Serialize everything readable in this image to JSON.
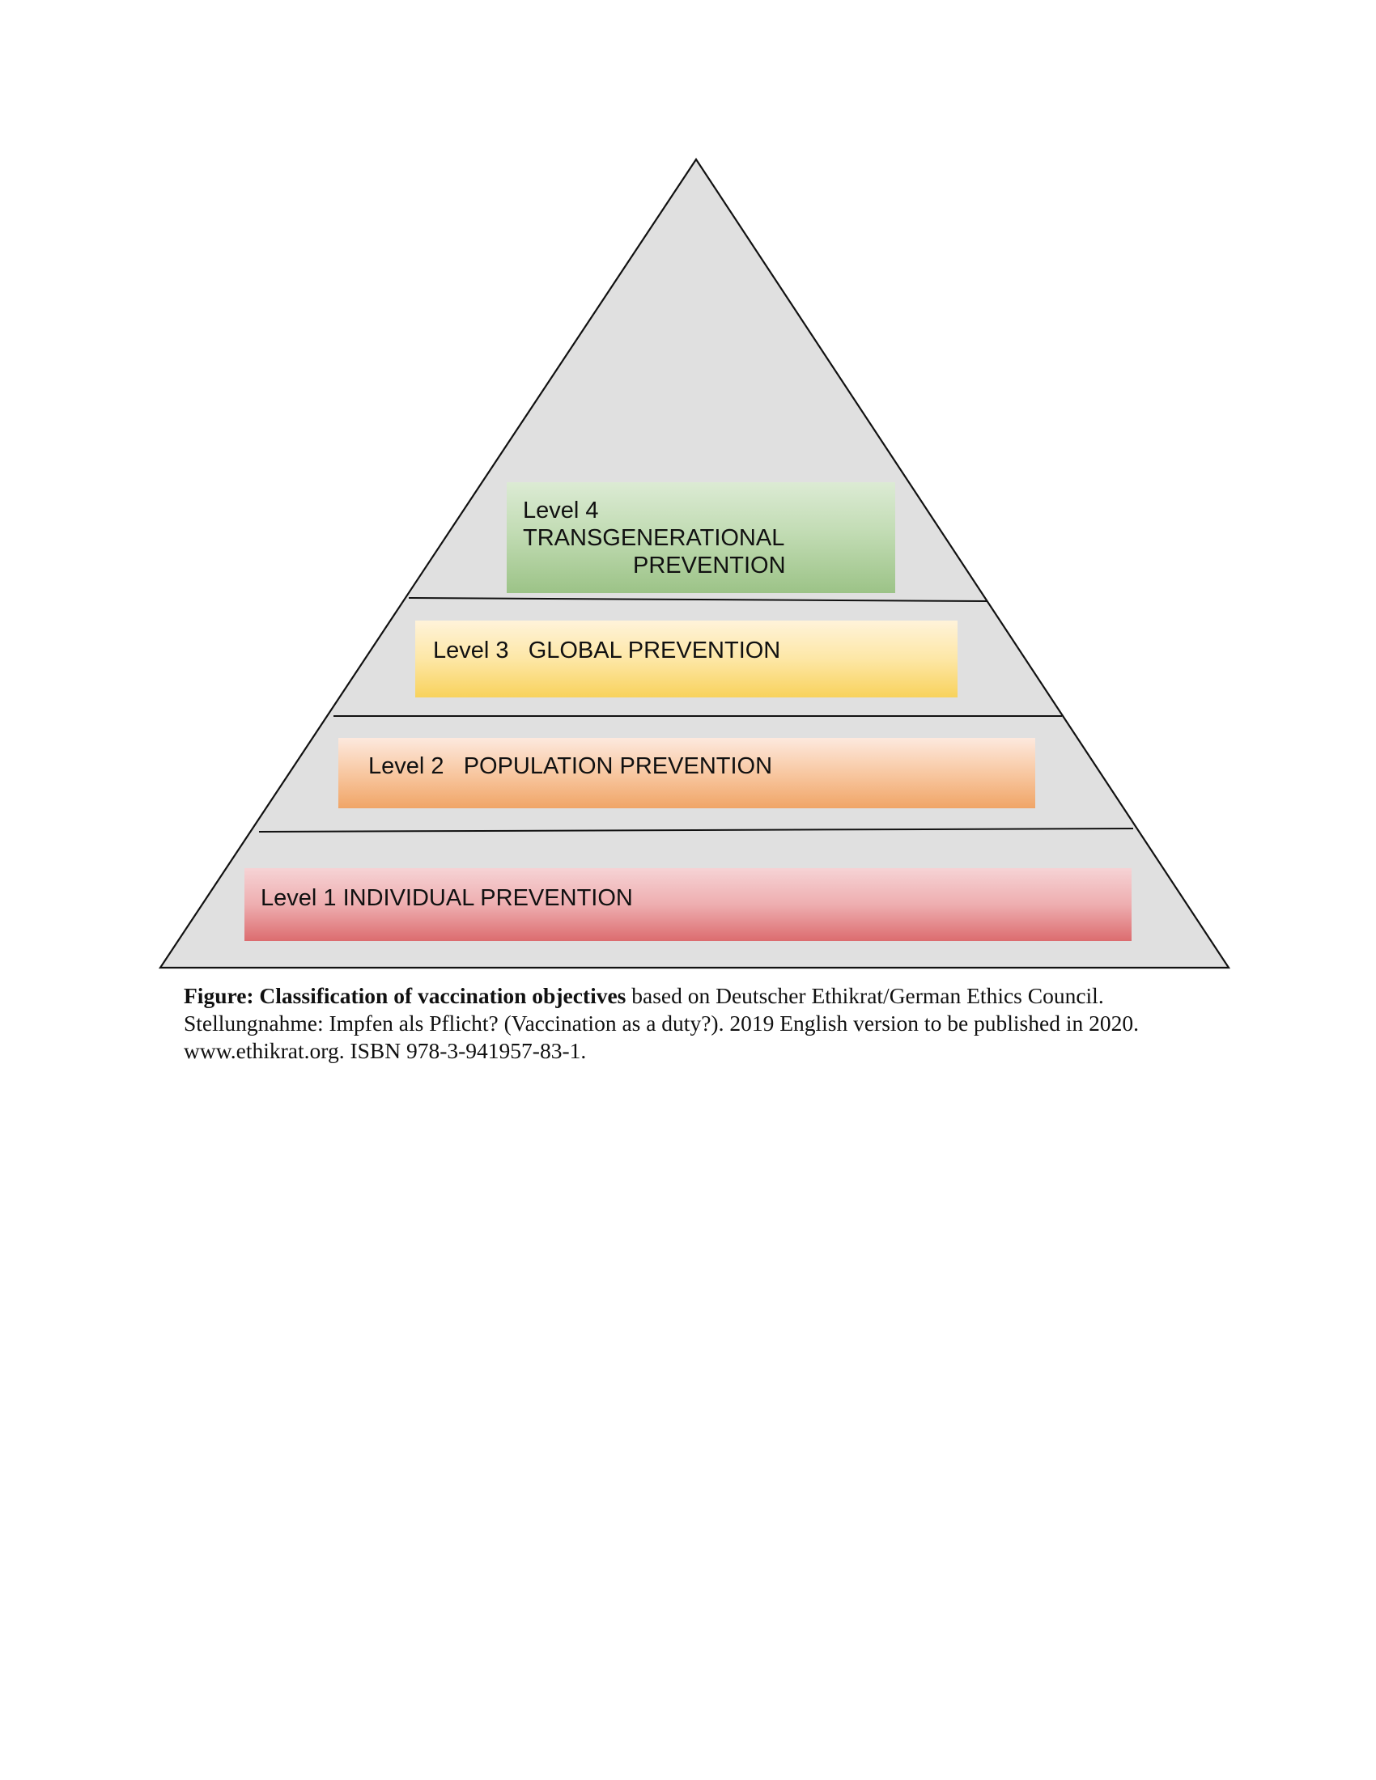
{
  "diagram": {
    "type": "pyramid",
    "colors": {
      "pyramid_fill": "#e0e0e0",
      "pyramid_stroke": "#111111",
      "level_4": "#a8cc94",
      "level_3": "#f9d872",
      "level_2": "#f2b07a",
      "level_1": "#df7a7d"
    },
    "levels": [
      {
        "level": 4,
        "line_1": "Level 4",
        "line_2": "TRANSGENERATIONAL",
        "line_3": "PREVENTION"
      },
      {
        "level": 3,
        "prefix": "Level 3",
        "name": "GLOBAL PREVENTION"
      },
      {
        "level": 2,
        "prefix": "Level 2",
        "name": "POPULATION PREVENTION"
      },
      {
        "level": 1,
        "label": "Level 1 INDIVIDUAL PREVENTION"
      }
    ]
  },
  "caption": {
    "bold_part": "Figure: Classification of vaccination objectives",
    "regular_part": " based on Deutscher Ethikrat/German Ethics Council. Stellungnahme: Impfen als Pflicht? (Vaccination as a duty?). 2019 English version to be published in 2020. www.ethikrat.org. ISBN 978-3-941957-83-1."
  }
}
